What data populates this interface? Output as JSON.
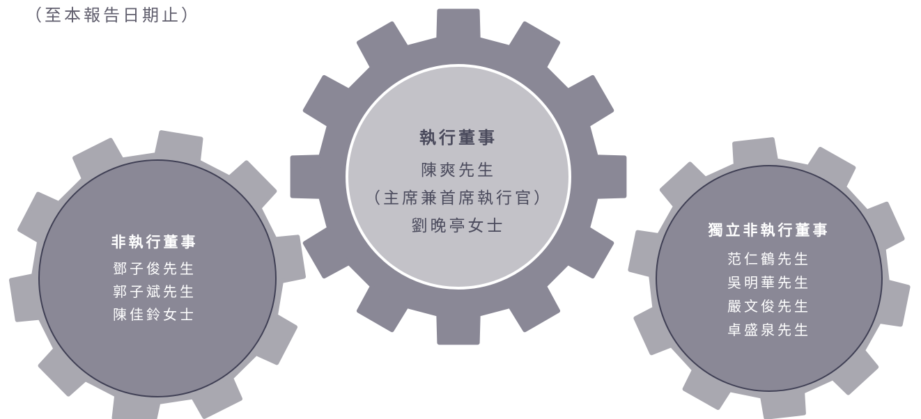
{
  "subtitle": "（至本報告日期止）",
  "colors": {
    "gear_light": "#a9a8b0",
    "gear_dark": "#8a8896",
    "hub_dark": "#8a8896",
    "hub_light": "#c3c2c8",
    "ring_dark": "#3f3f54",
    "ring_white": "#ffffff",
    "text_dark": "#4a4a5c"
  },
  "gears": {
    "non_executive": {
      "title": "非執行董事",
      "members": [
        "鄧子俊先生",
        "郭子斌先生",
        "陳佳鈴女士"
      ]
    },
    "executive": {
      "title": "執行董事",
      "members": [
        "陳爽先生",
        "（主席兼首席執行官）",
        "劉晚亭女士"
      ]
    },
    "independent": {
      "title": "獨立非執行董事",
      "members": [
        "范仁鶴先生",
        "吳明華先生",
        "嚴文俊先生",
        "卓盛泉先生"
      ]
    }
  }
}
